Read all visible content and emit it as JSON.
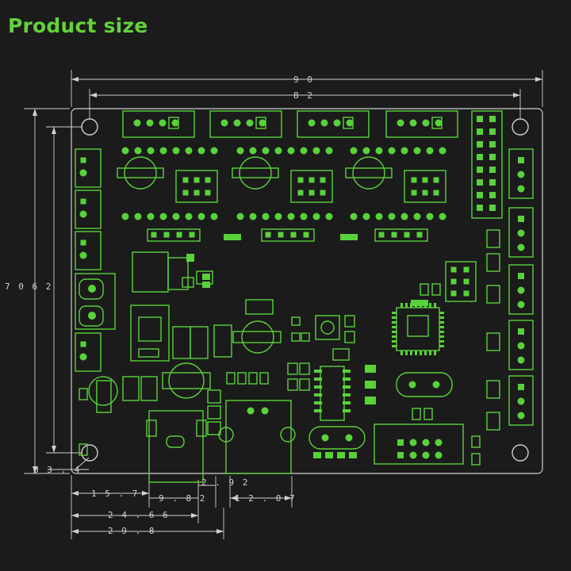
{
  "title": "Product size",
  "colors": {
    "background": "#1b1b1b",
    "outline": "#cfcfcf",
    "silkscreen": "#58d23a",
    "title": "#62d23a"
  },
  "dimensions": {
    "width_outer": "9 0",
    "width_holes": "8 2",
    "height": "7 0 6 2",
    "hole_diameter": "Ø 3 . 4",
    "d_15_7": "1 5 . 7",
    "d_9_82": "9 . 8 2",
    "d_2_92": "2 . 9 2",
    "d_12_07": "1 2 . 0 7",
    "d_24_66": "2 4 . 6 6",
    "d_29_8": "2 9 . 8"
  }
}
